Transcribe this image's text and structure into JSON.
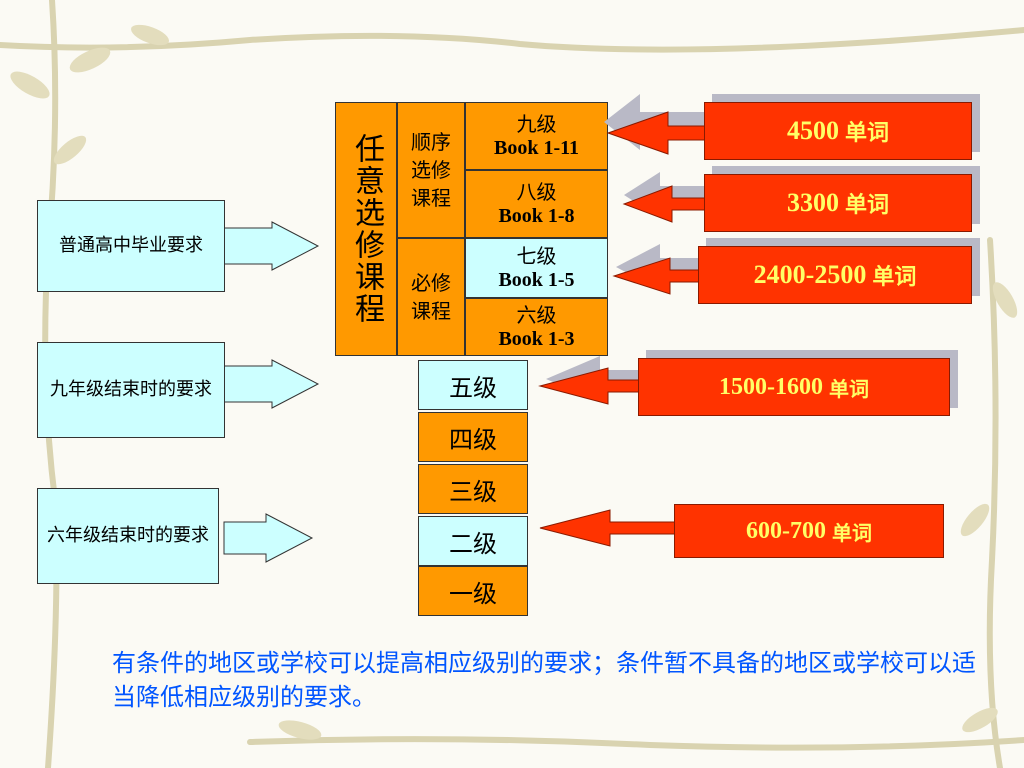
{
  "left_requirements": [
    {
      "label": "普通高中毕业要求"
    },
    {
      "label": "九年级结束时的要求"
    },
    {
      "label": "六年级结束时的要求"
    }
  ],
  "elective_any": {
    "label": "任意选修课程"
  },
  "sequential_elective": {
    "label": "顺序选修课程"
  },
  "compulsory": {
    "label": "必修课程"
  },
  "book_levels": [
    {
      "level": "九级",
      "books": "Book 1-11"
    },
    {
      "level": "八级",
      "books": "Book 1-8"
    },
    {
      "level": "七级",
      "books": "Book 1-5"
    },
    {
      "level": "六级",
      "books": "Book 1-3"
    }
  ],
  "basic_levels": [
    "五级",
    "四级",
    "三级",
    "二级",
    "一级"
  ],
  "vocab": [
    {
      "num": "4500",
      "unit": "单词"
    },
    {
      "num": "3300",
      "unit": "单词"
    },
    {
      "num": "2400-2500",
      "unit": "单词"
    },
    {
      "num": "1500-1600",
      "unit": "单词"
    },
    {
      "num": "600-700",
      "unit": "单词"
    }
  ],
  "note": "有条件的地区或学校可以提高相应级别的要求；条件暂不具备的地区或学校可以适当降低相应级别的要求。",
  "colors": {
    "orange": "#ff9900",
    "cyan": "#ccffff",
    "red": "#ff3300",
    "yellow_text": "#ffff66",
    "blue_text": "#0055ff"
  }
}
